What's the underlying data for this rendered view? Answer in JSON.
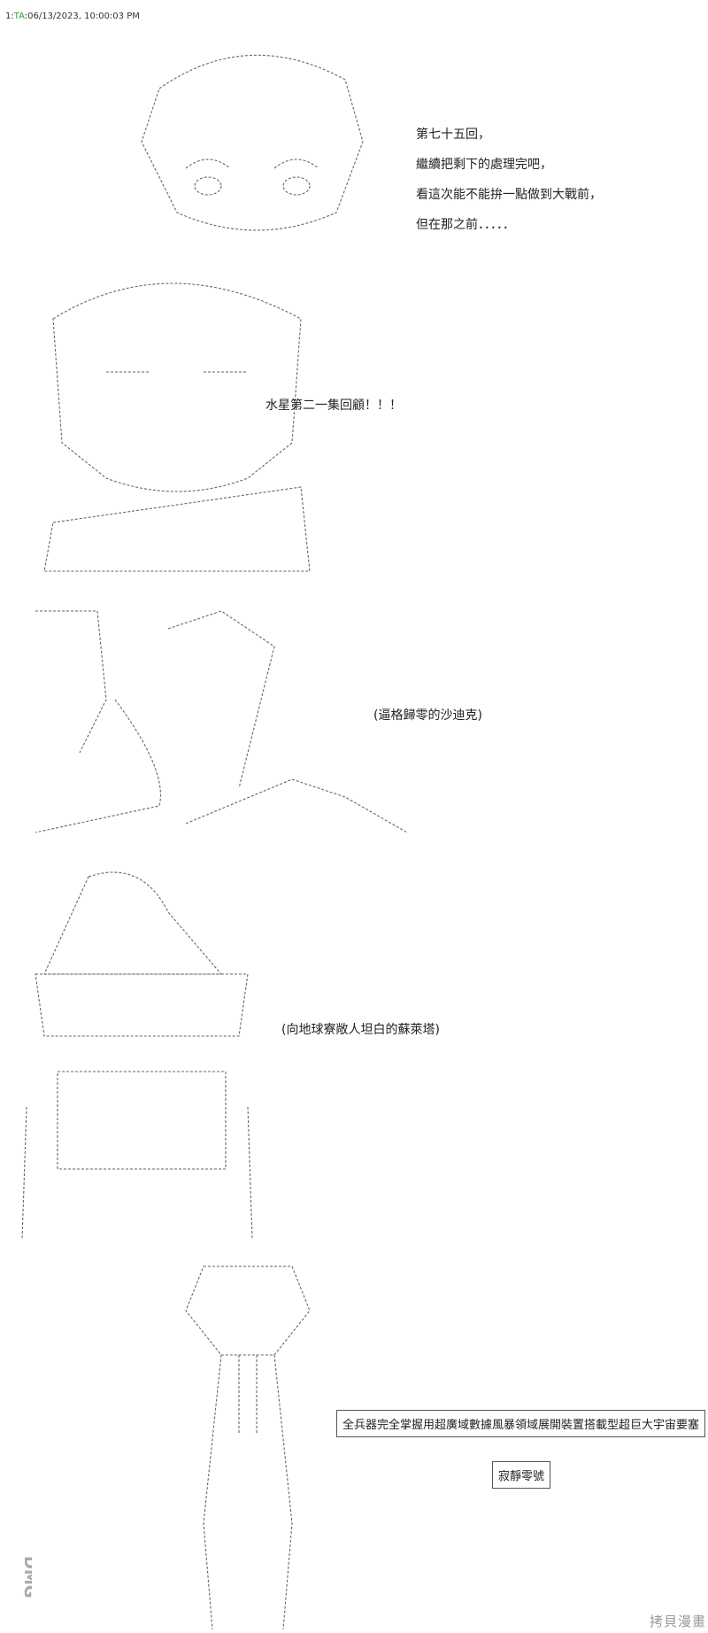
{
  "header": {
    "post_number": "1",
    "separator": ":",
    "name": "TA",
    "timestamp": ":06/13/2023, 10:00:03 PM"
  },
  "panels": [
    {
      "lines": [
        "第七十五回，",
        "繼續把剩下的處理完吧，",
        "看這次能不能拚一點做到大戰前，",
        "但在那之前．．．．．"
      ]
    },
    {
      "lines": [
        "水星第二一集回顧！！！"
      ]
    },
    {
      "lines": [
        "(逼格歸零的沙迪克)"
      ]
    },
    {
      "lines": [
        "(向地球寮敞人坦白的蘇萊塔)"
      ]
    },
    {
      "boxes": [
        "全兵器完全掌握用超廣域數據風暴領域展開裝置搭載型超巨大宇宙要塞",
        "寂靜零號"
      ]
    }
  ],
  "watermarks": {
    "site": "拷貝漫畫",
    "logo": "DMG"
  }
}
